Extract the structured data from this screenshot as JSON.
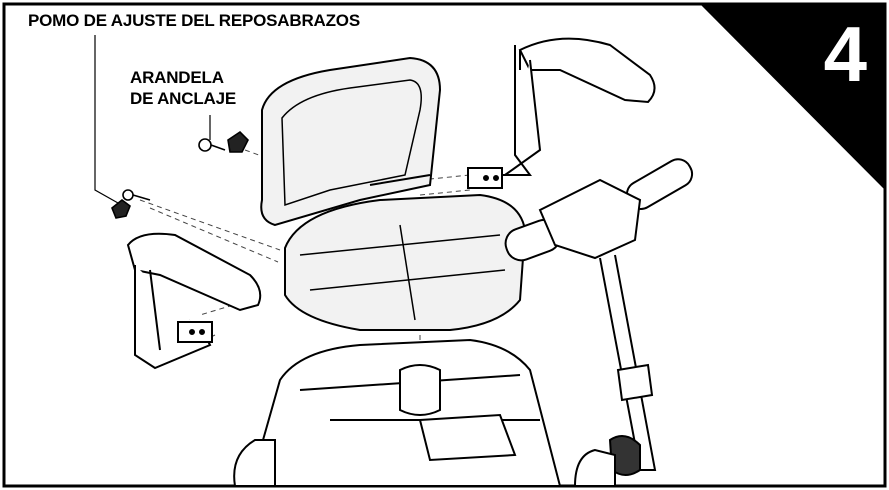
{
  "step": {
    "number": "4"
  },
  "callouts": {
    "armrest_knob": "POMO DE AJUSTE DEL REPOSABRAZOS",
    "anchor_washer_line1": "ARANDELA",
    "anchor_washer_line2": "DE ANCLAJE"
  },
  "colors": {
    "ink": "#000000",
    "paper": "#ffffff",
    "seat_fill": "#f2f2f2",
    "dash": "#444444"
  }
}
